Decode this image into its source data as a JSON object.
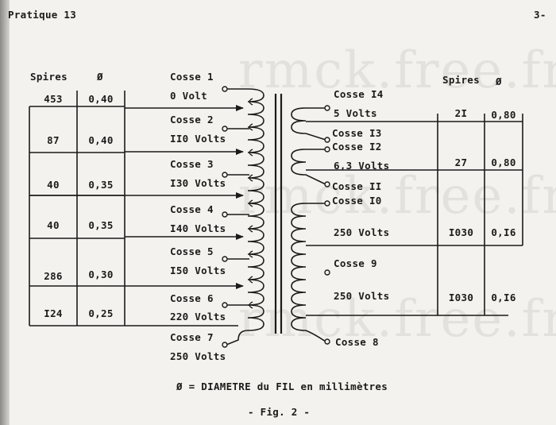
{
  "header": {
    "left": "Pratique 13",
    "right": "3-"
  },
  "watermark": [
    "rmck.free.fr",
    "rmck.free.fr",
    "rmck.free.fr"
  ],
  "left_table": {
    "columns": [
      "Spires",
      "Ø"
    ],
    "rows": [
      {
        "spires": "453",
        "diam": "0,40"
      },
      {
        "spires": "87",
        "diam": "0,40"
      },
      {
        "spires": "40",
        "diam": "0,35"
      },
      {
        "spires": "40",
        "diam": "0,35"
      },
      {
        "spires": "286",
        "diam": "0,30"
      },
      {
        "spires": "I24",
        "diam": "0,25"
      }
    ]
  },
  "primary_labels": [
    {
      "cosse": "Cosse 1",
      "volt": "0 Volt"
    },
    {
      "cosse": "Cosse 2",
      "volt": "II0 Volts"
    },
    {
      "cosse": "Cosse 3",
      "volt": "I30 Volts"
    },
    {
      "cosse": "Cosse 4",
      "volt": "I40 Volts"
    },
    {
      "cosse": "Cosse 5",
      "volt": "I50 Volts"
    },
    {
      "cosse": "Cosse 6",
      "volt": "220 Volts"
    },
    {
      "cosse": "Cosse 7",
      "volt": "250 Volts"
    }
  ],
  "secondary_labels": {
    "c14": "Cosse I4",
    "v14": "5 Volts",
    "c13": "Cosse I3",
    "c12": "Cosse I2",
    "v12": "6,3 Volts",
    "c11": "Cosse II",
    "c10": "Cosse I0",
    "v10": "250 Volts",
    "c9": "Cosse 9",
    "v9": "250 Volts",
    "c8": "Cosse 8"
  },
  "right_table": {
    "columns": [
      "Spires",
      "Ø"
    ],
    "rows": [
      {
        "spires": "2I",
        "diam": "0,80"
      },
      {
        "spires": "27",
        "diam": "0,80"
      },
      {
        "spires": "I030",
        "diam": "0,I6"
      },
      {
        "spires": "I030",
        "diam": "0,I6"
      }
    ]
  },
  "footnote": "Ø = DIAMETRE du FIL en millimètres",
  "caption": "- Fig. 2 -"
}
